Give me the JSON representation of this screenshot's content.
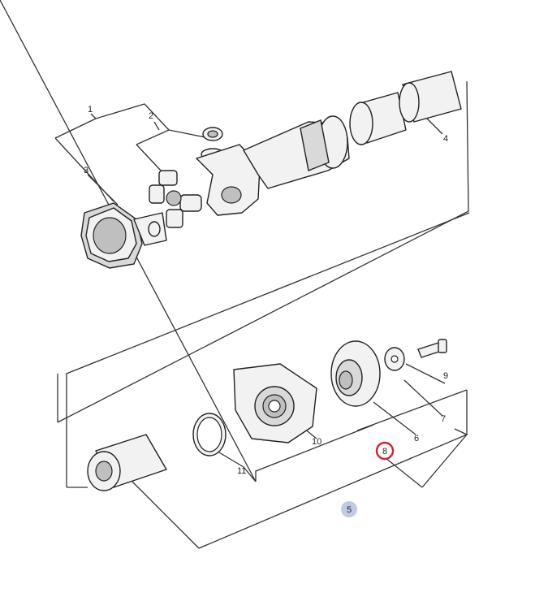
{
  "callouts": {
    "c1": "1",
    "c2": "2",
    "c3": "3",
    "c4": "4",
    "c5": "5",
    "c6": "6",
    "c7": "7",
    "c8": "8",
    "c9": "9",
    "c10": "10",
    "c11": "11"
  },
  "hotspots": {
    "selected": "8",
    "highlighted": "5"
  },
  "colors": {
    "selected_ring": "#d9202a",
    "highlight_fill": "#bfcbe3"
  }
}
